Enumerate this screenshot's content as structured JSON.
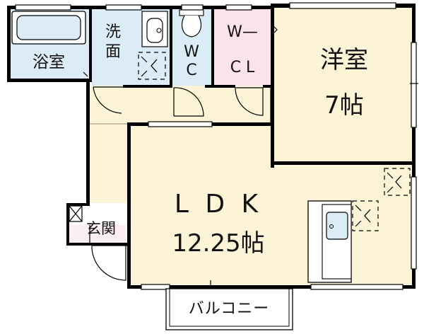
{
  "colors": {
    "wall": "#000000",
    "wet_area": "#dcecf6",
    "living_area": "#fdf3d7",
    "closet_area": "#fbe3ea",
    "balcony": "#ffffff"
  },
  "rooms": {
    "bath": {
      "label": "浴室"
    },
    "washroom": {
      "label_line1": "洗",
      "label_line2": "面"
    },
    "toilet": {
      "label_line1": "W",
      "label_line2": "C"
    },
    "walk_in_closet": {
      "label_line1": "W—",
      "label_line2": "C L"
    },
    "western_room": {
      "label": "洋室",
      "size": "7帖"
    },
    "ldk": {
      "label": "L D K",
      "size": "12.25帖"
    },
    "entrance": {
      "label": "玄関"
    },
    "balcony": {
      "label": "バルコニー"
    }
  },
  "icons": [
    "bathtub-icon",
    "washbasin-icon",
    "toilet-icon",
    "kitchen-sink-icon",
    "storage-mark-icon",
    "door-swing-icon",
    "shoe-box-icon"
  ]
}
